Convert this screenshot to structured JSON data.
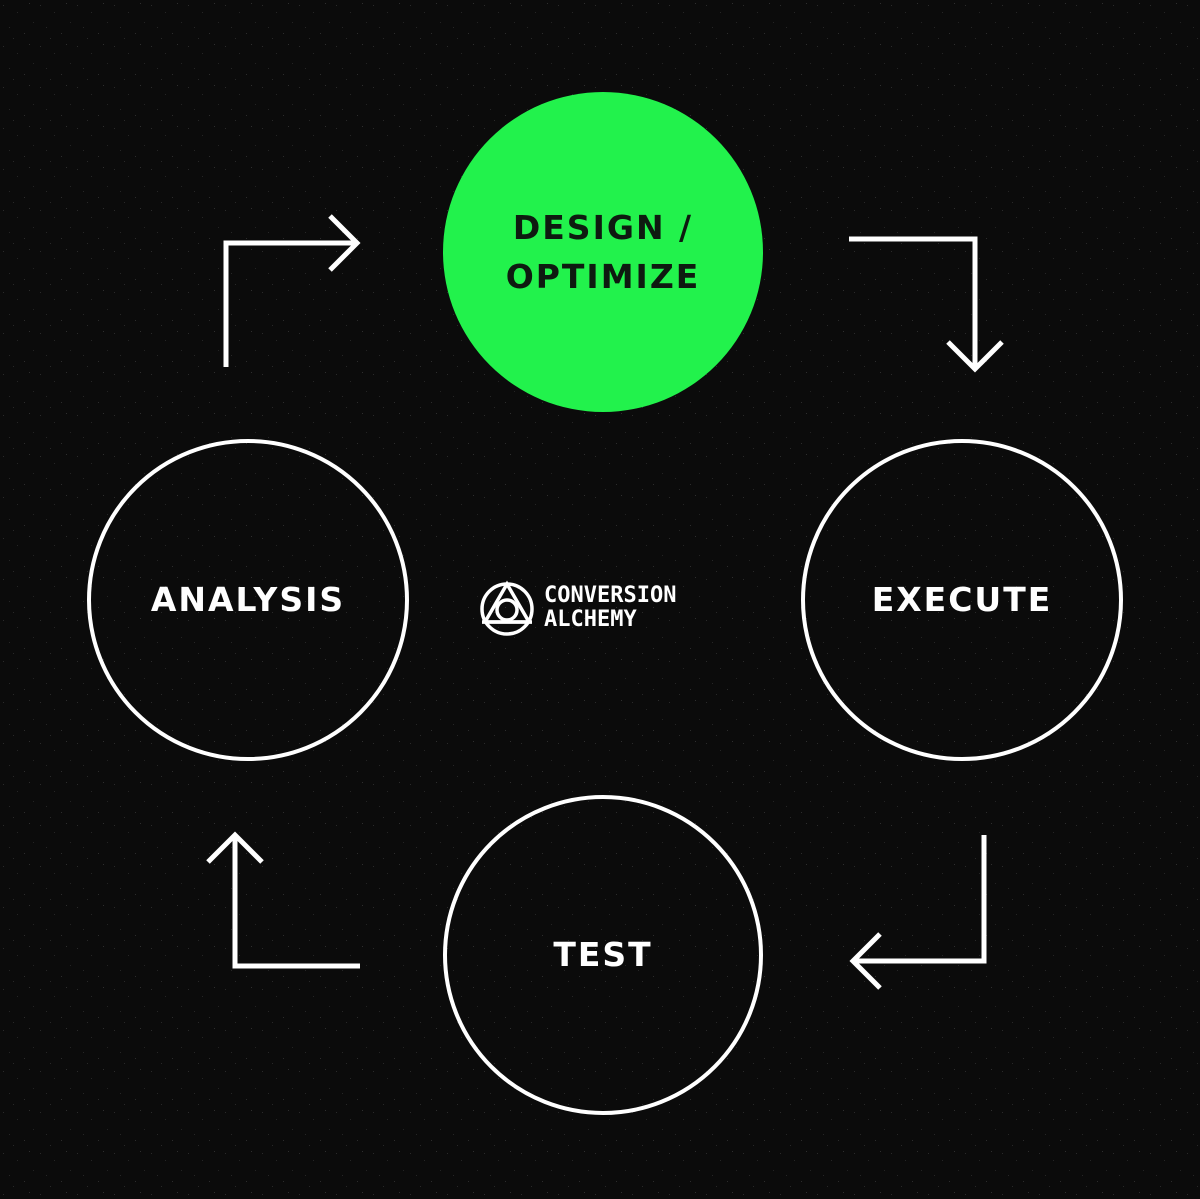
{
  "colors": {
    "background": "#0b0b0b",
    "accent": "#22f24c",
    "outline": "#ffffff",
    "active_text": "#0e1a10"
  },
  "cycle": {
    "active": {
      "label": "DESIGN /\nOPTIMIZE"
    },
    "execute": {
      "label": "EXECUTE"
    },
    "test": {
      "label": "TEST"
    },
    "analysis": {
      "label": "ANALYSIS"
    }
  },
  "arrows": [
    {
      "from": "analysis",
      "to": "active",
      "icon": "elbow-arrow-right-icon"
    },
    {
      "from": "active",
      "to": "execute",
      "icon": "elbow-arrow-down-icon"
    },
    {
      "from": "execute",
      "to": "test",
      "icon": "elbow-arrow-left-icon"
    },
    {
      "from": "test",
      "to": "analysis",
      "icon": "elbow-arrow-up-icon"
    }
  ],
  "logo": {
    "icon": "triangle-circle-logo-icon",
    "line1": "CONVERSION",
    "line2": "ALCHEMY"
  }
}
